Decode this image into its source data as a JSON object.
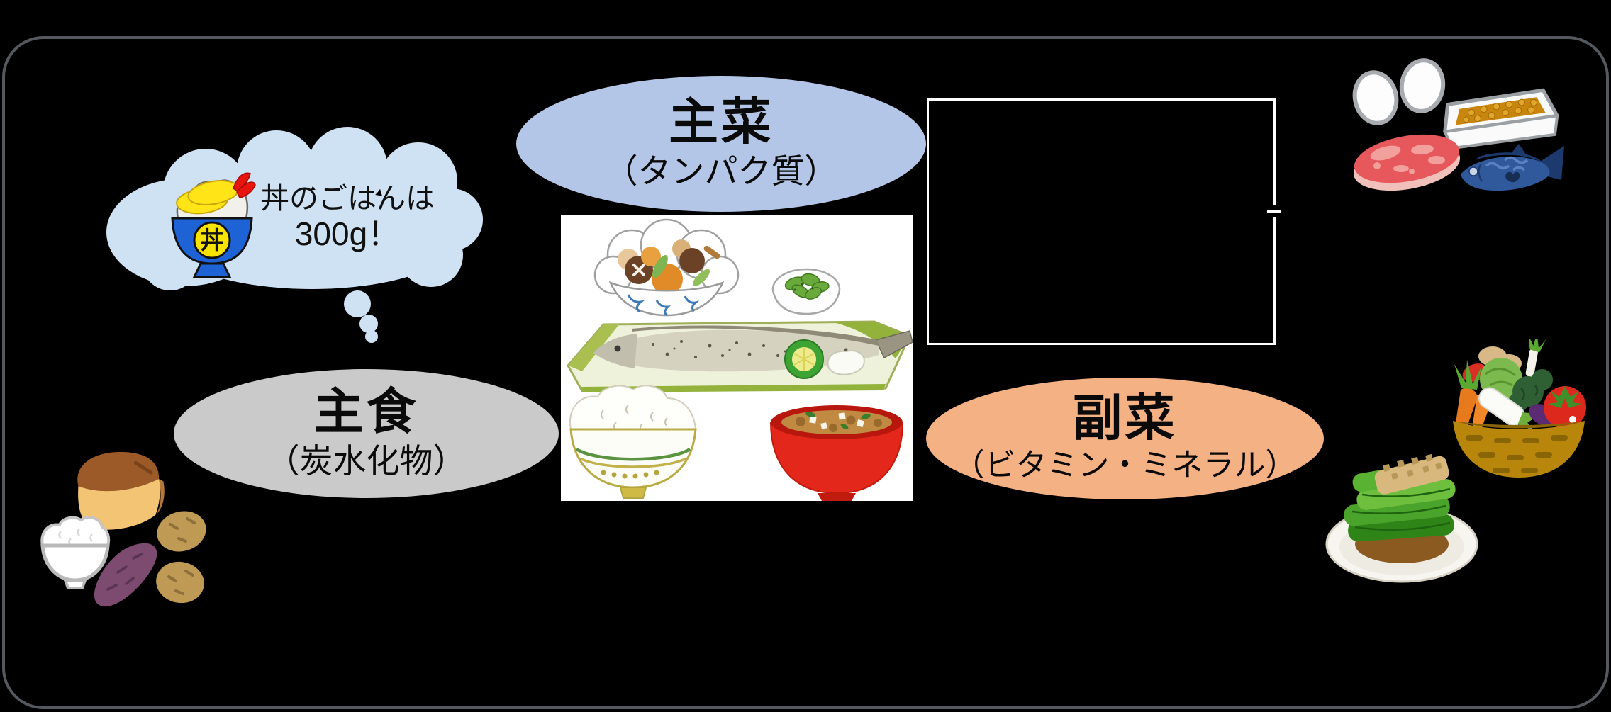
{
  "canvas": {
    "background": "#000000",
    "frame_border": "#54585f"
  },
  "thought_bubble": {
    "fill": "#cfe2f4",
    "line1": "丼のごはんは",
    "line2": "300g！",
    "bowl_label": "丼"
  },
  "categories": [
    {
      "id": "main-dish",
      "title": "主菜",
      "subtitle": "（タンパク質）",
      "fill": "#b4c6e7"
    },
    {
      "id": "staple-food",
      "title": "主食",
      "subtitle": "（炭水化物）",
      "fill": "#cacaca"
    },
    {
      "id": "side-dish",
      "title": "副菜",
      "subtitle": "（ビタミン・ミネラル）",
      "fill": "#f4b183"
    }
  ],
  "annotation_box": {
    "border": "#ffffff",
    "content": ""
  },
  "icons": {
    "thought": [
      "thought-bubble",
      "donburi-bowl-icon"
    ],
    "protein_foods": [
      "eggs-icon",
      "natto-pack-icon",
      "meat-icon",
      "fish-icon"
    ],
    "staple_foods": [
      "bread-loaf-icon",
      "rice-bowl-icon",
      "sweet-potato-icon",
      "potatoes-icon"
    ],
    "side_dish_foods": [
      "vegetable-basket-icon",
      "greens-plate-icon"
    ],
    "meal_set": [
      "simmered-vegetables-bowl",
      "pickles-bowl",
      "grilled-fish-plate",
      "rice-bowl",
      "miso-soup-bowl"
    ]
  }
}
